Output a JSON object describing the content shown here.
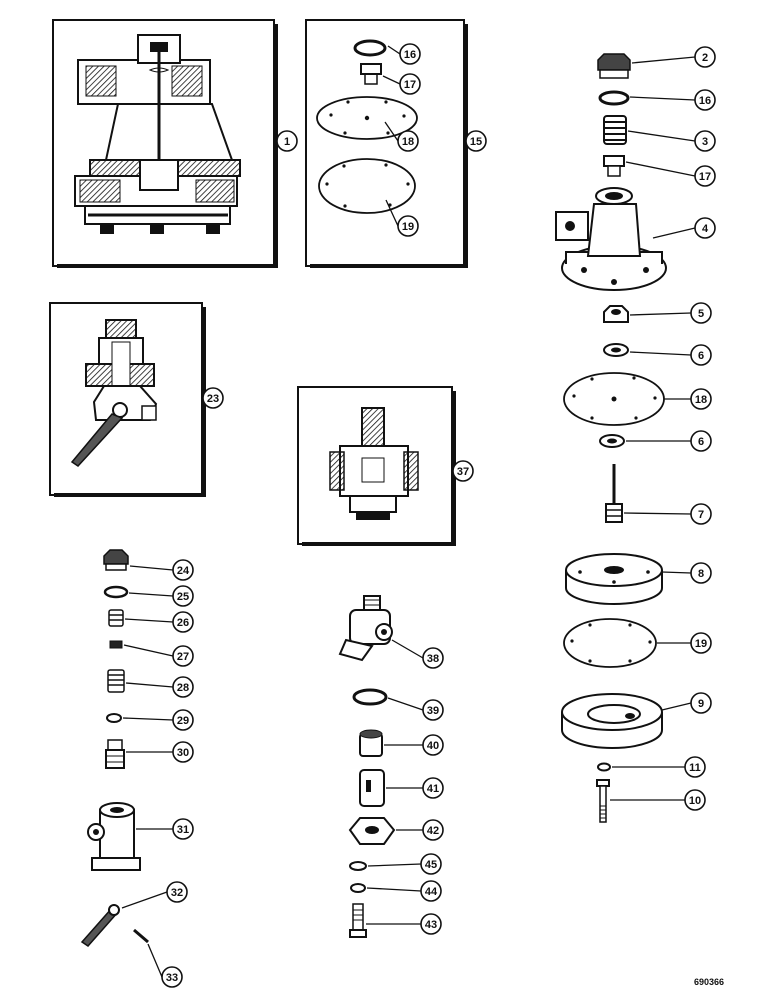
{
  "figure_code": "690366",
  "callouts": [
    "1",
    "15",
    "16",
    "17",
    "18",
    "19",
    "2",
    "16",
    "3",
    "17",
    "4",
    "5",
    "6",
    "18",
    "6",
    "7",
    "8",
    "19",
    "9",
    "11",
    "10",
    "23",
    "37",
    "24",
    "25",
    "26",
    "27",
    "28",
    "29",
    "30",
    "31",
    "32",
    "33",
    "38",
    "39",
    "40",
    "41",
    "42",
    "45",
    "44",
    "43"
  ],
  "colors": {
    "ink": "#111111",
    "paper": "#ffffff",
    "shade": "#777777"
  }
}
